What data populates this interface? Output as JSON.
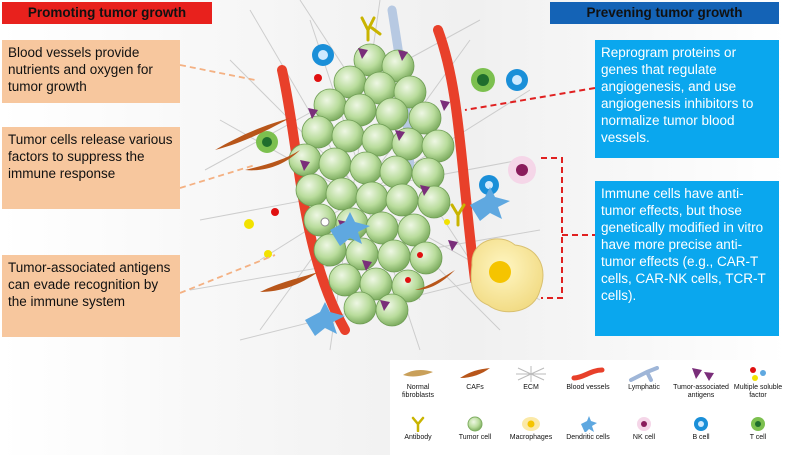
{
  "headers": {
    "left": "Promoting tumor growth",
    "right": "Prevening tumor growth"
  },
  "left_boxes": [
    "Blood vessels provide nutrients and oxygen for tumor growth",
    "Tumor cells release various factors to suppress the immune response",
    "Tumor-associated antigens can evade recognition by the immune system"
  ],
  "right_boxes": [
    "Reprogram proteins or genes that regulate angiogenesis, and use angiogenesis inhibitors to normalize tumor blood vessels.",
    "Immune cells have anti-tumor effects, but those genetically modified in vitro have more precise anti-tumor effects (e.g., CAR-T cells, CAR-NK cells, TCR-T cells)."
  ],
  "legend": [
    {
      "label": "Normal fibroblasts",
      "icon": "normal-fibroblast-icon"
    },
    {
      "label": "CAFs",
      "icon": "caf-icon"
    },
    {
      "label": "ECM",
      "icon": "ecm-icon"
    },
    {
      "label": "Blood vessels",
      "icon": "blood-vessel-icon"
    },
    {
      "label": "Lymphatic",
      "icon": "lymphatic-icon"
    },
    {
      "label": "Tumor-associated antigens",
      "icon": "antigen-icon"
    },
    {
      "label": "Multiple soluble factor",
      "icon": "soluble-factor-icon"
    },
    {
      "label": "Antibody",
      "icon": "antibody-icon"
    },
    {
      "label": "Tumor cell",
      "icon": "tumor-cell-icon"
    },
    {
      "label": "Macrophages",
      "icon": "macrophage-icon"
    },
    {
      "label": "Dendritic cells",
      "icon": "dendritic-cell-icon"
    },
    {
      "label": "NK cell",
      "icon": "nk-cell-icon"
    },
    {
      "label": "B cell",
      "icon": "b-cell-icon"
    },
    {
      "label": "T cell",
      "icon": "t-cell-icon"
    }
  ],
  "colors": {
    "header_left": "#e8211d",
    "header_right": "#1463b6",
    "box_left": "#f7c79e",
    "box_right": "#0aa7ee",
    "tumor_cell": "#a9d18e",
    "blood_vessel": "#e8402a",
    "connector_left": "#f4b183",
    "connector_right": "#e02020"
  }
}
